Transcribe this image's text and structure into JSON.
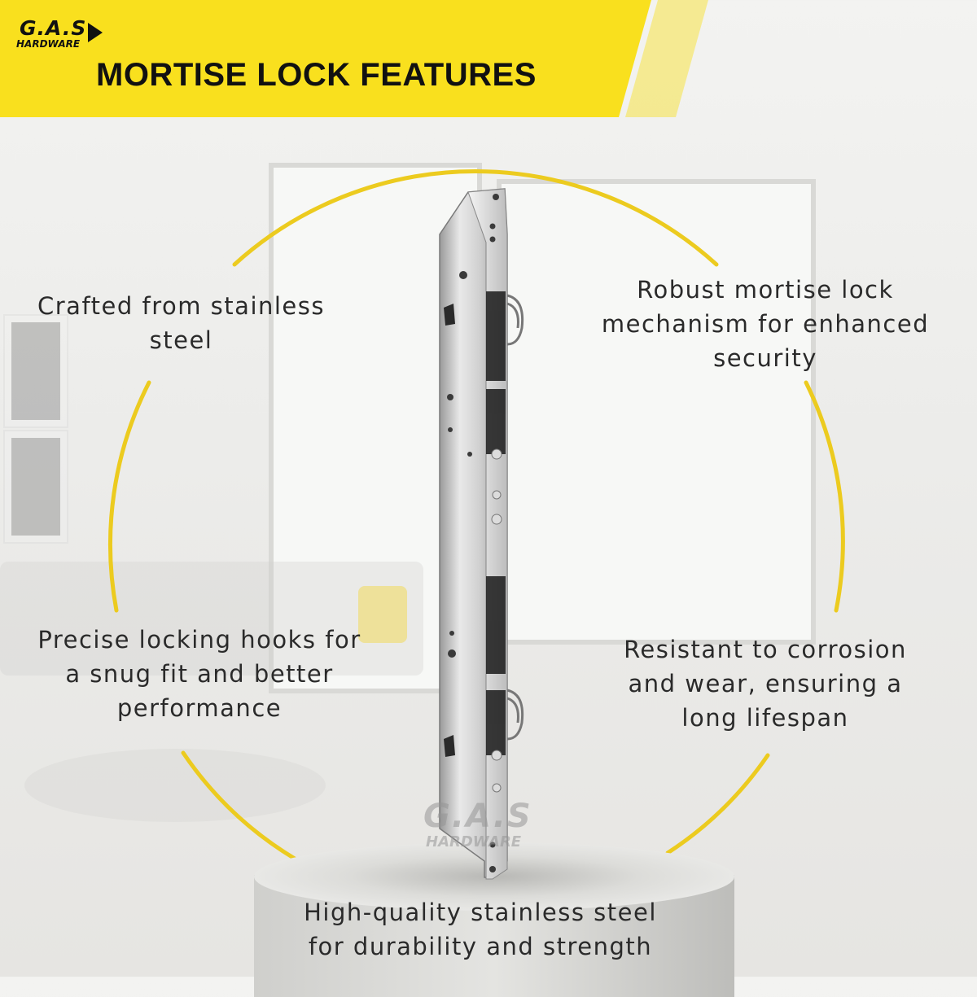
{
  "brand": {
    "logo_line1": "G.A.S",
    "logo_line2": "HARDWARE",
    "accent_color": "#f9e01e",
    "circle_color": "#eccb1f"
  },
  "header": {
    "title": "MORTISE LOCK FEATURES"
  },
  "features": {
    "top_left": "Crafted from stainless steel",
    "top_right": "Robust mortise lock mechanism for enhanced security",
    "mid_left": "Precise locking hooks for a snug fit and better performance",
    "mid_right": "Resistant to corrosion and wear, ensuring a long lifespan",
    "bottom": "High-quality stainless steel for durability and strength"
  },
  "product": {
    "icon": "mortise-lock-image",
    "watermark_line1": "G.A.S",
    "watermark_line2": "HARDWARE"
  }
}
